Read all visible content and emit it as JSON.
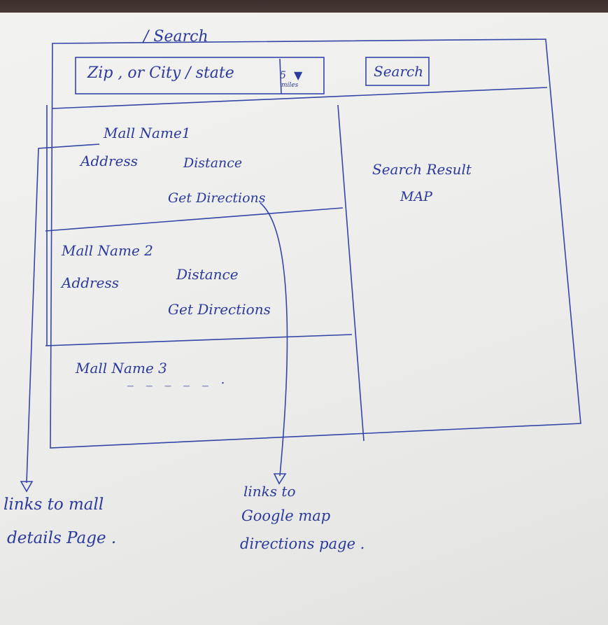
{
  "header": {
    "title": "/ Search"
  },
  "search": {
    "input_placeholder": "Zip , or City / state",
    "radius_value": "5",
    "radius_unit": "miles",
    "button_label": "Search"
  },
  "results": [
    {
      "name": "Mall Name1",
      "address": "Address",
      "distance": "Distance",
      "directions": "Get Directions"
    },
    {
      "name": "Mall Name 2",
      "address": "Address",
      "distance": "Distance",
      "directions": "Get Directions"
    },
    {
      "name": "Mall Name 3",
      "placeholder": "_ _ _ _ _ ."
    }
  ],
  "map": {
    "label_line1": "Search Result",
    "label_line2": "MAP"
  },
  "annotations": {
    "mall_link_note_line1": "links to mall",
    "mall_link_note_line2": "details Page .",
    "directions_note_line1": "links to",
    "directions_note_line2": "Google map",
    "directions_note_line3": "directions page ."
  },
  "colors": {
    "ink": "#2b3a9c",
    "paper": "#efefed",
    "background": "#3f322f"
  }
}
